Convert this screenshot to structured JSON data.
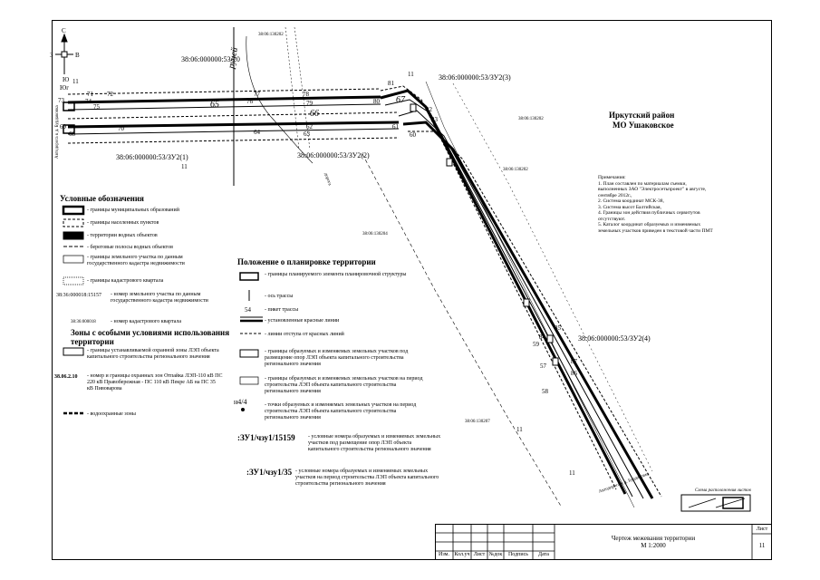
{
  "region": {
    "title": "Иркутский район",
    "subtitle": "МО Ушаковское"
  },
  "compass": {
    "north": "С",
    "south": "Ю",
    "east": "В",
    "west": "З"
  },
  "south_label": "Юг",
  "parcels": {
    "p1": "38:06:000000:53/20",
    "p2": "38:06:000000:53/ЗУ2(3)",
    "p3": "38:06:000000:53/ЗУ2(1)",
    "p4": "38:06:000000:53/ЗУ2(2)",
    "p5": "38:06:000000:53/ЗУ2(4)",
    "q1": "38:06:130202",
    "q2": "38:06:130202",
    "q3": "38:06:130202",
    "q4": "38:06:130204",
    "q5": "38:06:130207"
  },
  "stream_label": "ручей",
  "road_left_label": "Автодорога к д. Бурдаковка",
  "road_right_label": "Автодорога к д. Бурдаковка",
  "road_mid_label": "дорога",
  "pickets": {
    "n71": "71",
    "n72": "72",
    "n73": "73",
    "n74": "74",
    "n75": "75",
    "n76": "76",
    "n77": "77",
    "n78": "78",
    "n79": "79",
    "n80": "80",
    "n81": "81",
    "n82": "82",
    "n83": "83",
    "n84": "84",
    "n85": "85",
    "n86": "86",
    "n87": "87",
    "n57": "57",
    "n58": "58",
    "n59": "59",
    "n60": "60",
    "n61": "61",
    "n62": "62",
    "n63": "63",
    "n64": "64",
    "n65": "65",
    "n66": "66",
    "n67": "67",
    "n68": "68",
    "n69": "69",
    "n70": "70",
    "n11a": "11",
    "n11b": "11",
    "n11c": "11",
    "n11d": "11",
    "n11e": "11"
  },
  "notes": {
    "title": "Примечания:",
    "items": [
      "1. План составлен по материалам съемки, выполненных ЗАО \"Электросетьпроект\" в августе, сентябре 2012г.,",
      "2. Система координат МСК-38,",
      "3. Система высот Балтийская,",
      "4. Границы зон действия публичных сервитутов отсутствуют.",
      "5. Каталог координат образуемых и изменяемых земельных участков приведен в текстовой части ПМТ"
    ]
  },
  "legend1": {
    "title": "Условные обозначения",
    "items": [
      "- границы муниципальных образований",
      "- границы населенных пунктов",
      "- территории водных объектов",
      "- береговые полосы водных объектов",
      "- границы земельного участка по данным государственного кадастра недвижимости",
      "- границы кадастрового квартала"
    ],
    "cad_sample": "38:36:000018:15157",
    "cad_desc": "- номер земельного участка по данным государственного кадастра недвижимости",
    "quarter_sample": "38:36:000018",
    "quarter_desc": "- номер кадастрового квартала"
  },
  "legend2": {
    "title": "Зоны с особыми условиями использования территории",
    "items": [
      "- границы устанавливаемой охранной зоны ЛЭП объекта капитального строительства регионального значения",
      "- номер и границы охранных зон Отпайка ЛЭП-110 кВ ПС 220 кВ Правобережная - ПС 110 кВ Пекре АБ на ПС 35 кВ Пивоварова",
      "- водоохранные зоны"
    ],
    "zone_sample": "38.06.2.10"
  },
  "legend3": {
    "title": "Положение о планировке территории",
    "items": [
      "- границы планируемого элемента планировочной структуры",
      "- ось трассы",
      "- пикет трассы",
      "- установленные красные линии",
      "- линии отступа от красных линий",
      "- границы образуемых и изменяемых земельных участков под размещение опор ЛЭП объекта капитального строительства регионального значения",
      "- границы образуемых и изменяемых земельных участков на период строительства ЛЭП объекта капитального строительства регионального значения",
      "- точки образуемых и изменяемых земельных участков на период строительства ЛЭП объекта капитального строительства регионального значения",
      "- условные номера образуемых и изменяемых земельных участков под размещение опор ЛЭП объекта капитального строительства регионального значения",
      "- условные номера образуемых и изменяемых земельных участков на период строительства ЛЭП объекта капитального строительства регионального значения"
    ],
    "picket_sample": "54",
    "point_sample": "н4/4",
    "code1": ":ЗУ1/чзу1/15159",
    "code2": ":ЗУ1/чзу1/35"
  },
  "inset": {
    "title": "Схема расположения листов"
  },
  "stamp": {
    "cols": [
      "Изм.",
      "Кол.уч",
      "Лист",
      "№док",
      "Подпись",
      "Дата"
    ],
    "title": "Чертеж межевания территории",
    "scale": "М 1:2000",
    "sheet_label": "Лист",
    "sheet_no": "11"
  }
}
